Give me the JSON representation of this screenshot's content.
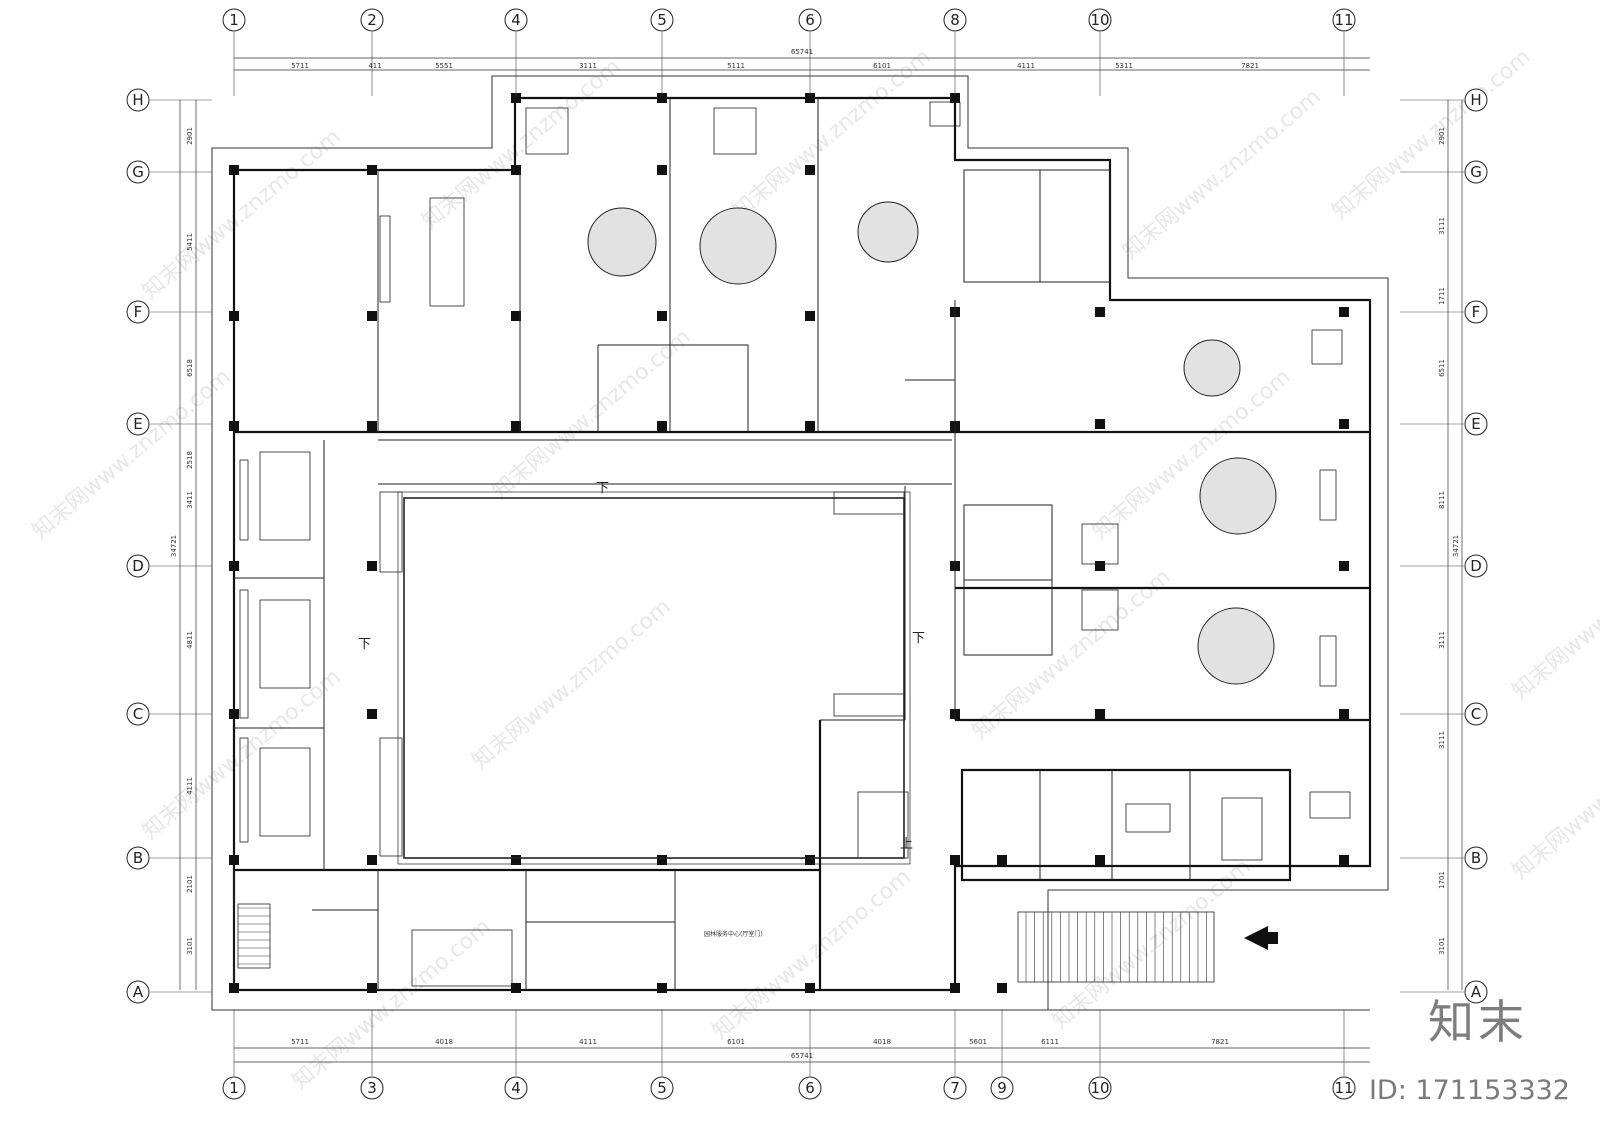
{
  "axes_top": [
    "1",
    "2",
    "4",
    "5",
    "6",
    "8",
    "10",
    "11"
  ],
  "axes_bottom": [
    "1",
    "3",
    "4",
    "5",
    "6",
    "7",
    "9",
    "10",
    "11"
  ],
  "axes_rows": [
    "H",
    "G",
    "F",
    "E",
    "D",
    "C",
    "B",
    "A"
  ],
  "dimensions": {
    "top_total": "65741",
    "bottom_total": "65741",
    "top_segments": [
      "5711",
      "411",
      "5551",
      "3111",
      "5111",
      "6101",
      "4111",
      "5311",
      "7821"
    ],
    "bottom_segments": [
      "5711",
      "4018",
      "4111",
      "6101",
      "4018",
      "5601",
      "6111",
      "7821"
    ],
    "left_total": "34721",
    "left_segments": [
      "2901",
      "5411",
      "6518",
      "2518",
      "3411",
      "4811",
      "4111",
      "2101",
      "3101"
    ],
    "right_total": "34721",
    "right_segments": [
      "2901",
      "3111",
      "1711",
      "6511",
      "8111",
      "3111",
      "3111",
      "1701",
      "3101"
    ]
  },
  "labels": {
    "stair_up": "上",
    "stair_down_top": "下",
    "stair_down_left": "下",
    "stair_down_right": "下",
    "room_note": "园林服务中心(厅室门)"
  },
  "watermark": "知末网www.znzmo.com",
  "brand_mark": "知末",
  "image_id": "ID: 171153332",
  "colors": {
    "line": "#1a1a1a",
    "wall": "#111111",
    "watermark": "#d4d4d4"
  }
}
